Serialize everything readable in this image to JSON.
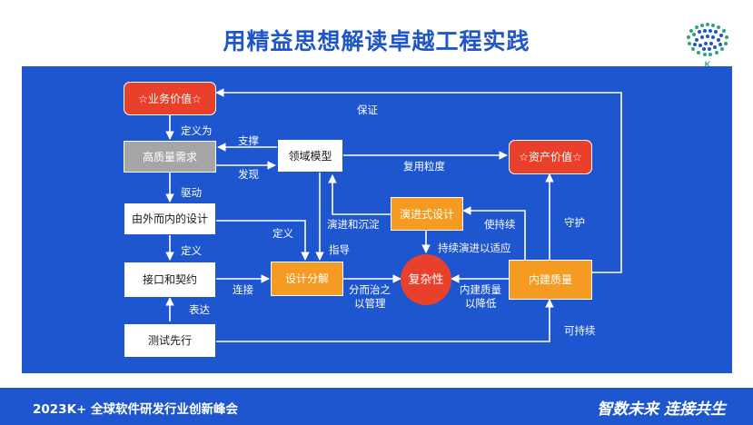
{
  "slide": {
    "title": "用精益思想解读卓越工程实践",
    "logo_letter": "K"
  },
  "nodes": {
    "business_value": "☆业务价值☆",
    "hq_requirements": "高质量需求",
    "domain_model": "领域模型",
    "asset_value": "☆资产价值☆",
    "outside_in_design": "由外而内的设计",
    "evolutionary_design": "演进式设计",
    "interface_contract": "接口和契约",
    "design_decomposition": "设计分解",
    "complexity": "复杂性",
    "built_in_quality": "内建质量",
    "test_first": "测试先行"
  },
  "edge_labels": {
    "guarantee": "保证",
    "define_as": "定义为",
    "support": "支撑",
    "discover": "发现",
    "reuse_granularity": "复用粒度",
    "drive": "驱动",
    "define": "定义",
    "define_2": "定义",
    "evolve_settle": "演进和沉淀",
    "guide": "指导",
    "keep_sustaining": "使持续",
    "guard": "守护",
    "continuous_adapt": "持续演进以适应",
    "connect": "连接",
    "divide_conquer": "分而治之",
    "to_manage": "以管理",
    "builtin_quality_edge": "内建质量",
    "to_reduce": "以降低",
    "express": "表达",
    "sustainable": "可持续"
  },
  "footer": {
    "event": "2023K+ 全球软件研发行业创新峰会",
    "slogan": "智数未来 连接共生"
  },
  "colors": {
    "panel": "#1d56cf",
    "red": "#e8402b",
    "orange": "#f59b22",
    "gray": "#a6a6a6",
    "title": "#1f56c8"
  }
}
